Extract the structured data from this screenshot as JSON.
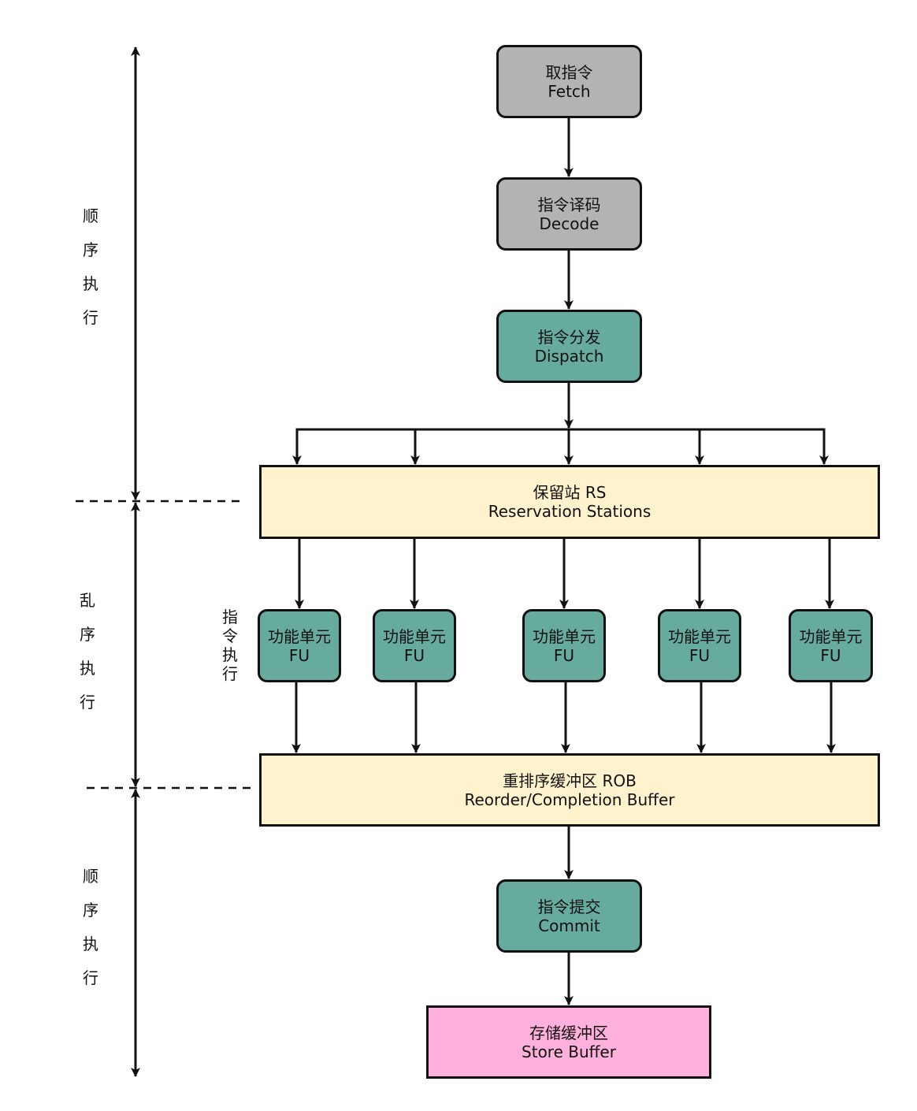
{
  "colors": {
    "gray": "#b3b3b3",
    "teal": "#67ab9f",
    "yellow": "#fff2cc",
    "pink": "#ffb0dc",
    "line": "#111111"
  },
  "nodes": {
    "fetch": {
      "line1": "取指令",
      "line2": "Fetch"
    },
    "decode": {
      "line1": "指令译码",
      "line2": "Decode"
    },
    "dispatch": {
      "line1": "指令分发",
      "line2": "Dispatch"
    },
    "rs": {
      "line1": "保留站 RS",
      "line2": "Reservation Stations"
    },
    "fu": [
      {
        "line1": "功能单元",
        "line2": "FU"
      },
      {
        "line1": "功能单元",
        "line2": "FU"
      },
      {
        "line1": "功能单元",
        "line2": "FU"
      },
      {
        "line1": "功能单元",
        "line2": "FU"
      },
      {
        "line1": "功能单元",
        "line2": "FU"
      }
    ],
    "rob": {
      "line1": "重排序缓冲区 ROB",
      "line2": "Reorder/Completion Buffer"
    },
    "commit": {
      "line1": "指令提交",
      "line2": "Commit"
    },
    "store_buffer": {
      "line1": "存储缓冲区",
      "line2": "Store Buffer"
    }
  },
  "side_labels": {
    "in_order_top": [
      "顺",
      "序",
      "执",
      "行"
    ],
    "out_of_order": [
      "乱",
      "序",
      "执",
      "行"
    ],
    "in_order_bottom": [
      "顺",
      "序",
      "执",
      "行"
    ],
    "fu_execute": [
      "指",
      "令",
      "执",
      "行"
    ]
  }
}
